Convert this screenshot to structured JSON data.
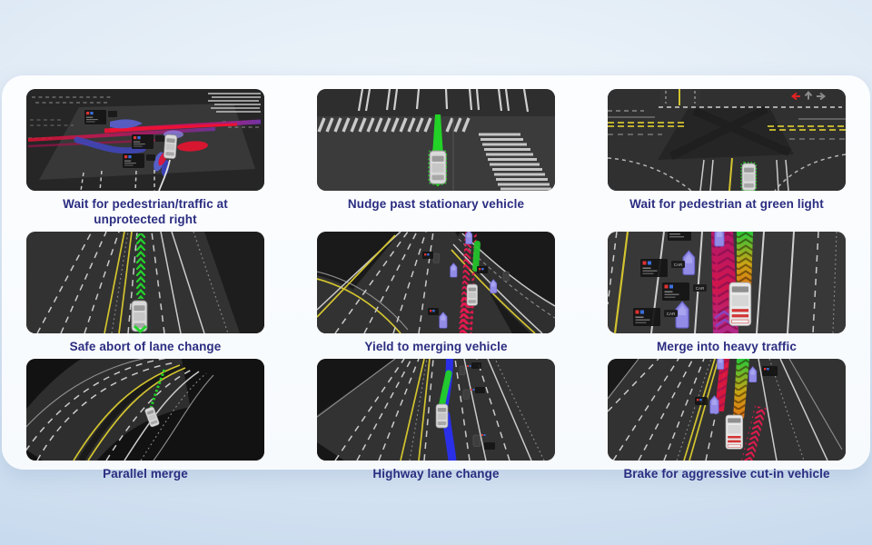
{
  "theme": {
    "background_top": "#f0f6fb",
    "background_edge": "#bed4ea",
    "card_background": "#f9fbfe",
    "caption_color": "#2b2d80",
    "thumbnail_background": "#2d2d2d",
    "accent_green": "#22d226",
    "accent_red": "#e0163f",
    "accent_blue": "#2a2fe8",
    "accent_purple": "#928ce6",
    "accent_yellow": "#d3c42f"
  },
  "labels": {
    "car": "CAR"
  },
  "grid": {
    "rows": 3,
    "cols": 3
  },
  "scenarios": [
    {
      "caption": "Wait for pedestrian/traffic at unprotected right"
    },
    {
      "caption": "Nudge past stationary vehicle"
    },
    {
      "caption": "Wait for pedestrian at green light"
    },
    {
      "caption": "Safe abort of lane change"
    },
    {
      "caption": "Yield to merging vehicle"
    },
    {
      "caption": "Merge into heavy traffic"
    },
    {
      "caption": "Parallel merge"
    },
    {
      "caption": "Highway lane change"
    },
    {
      "caption": "Brake for aggressive cut-in vehicle"
    }
  ]
}
